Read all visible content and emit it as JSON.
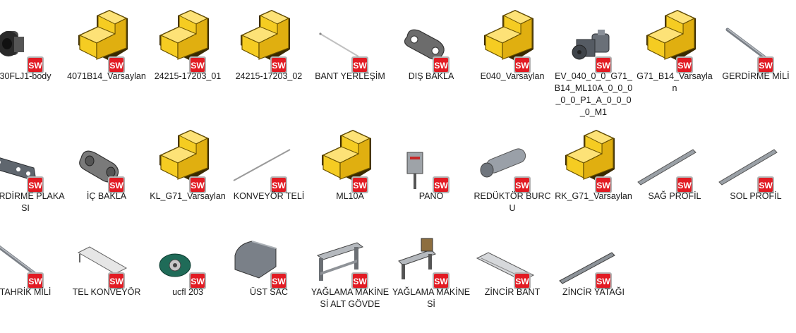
{
  "items": [
    {
      "label": "30FLJ1-body",
      "icon": "motor-body-icon"
    },
    {
      "label": "4071B14_Varsaylan",
      "icon": "step-block-icon"
    },
    {
      "label": "24215-17203_01",
      "icon": "step-block-icon"
    },
    {
      "label": "24215-17203_02",
      "icon": "step-block-icon"
    },
    {
      "label": "BANT YERLEŞİM",
      "icon": "thin-rod-icon"
    },
    {
      "label": "DIŞ BAKLA",
      "icon": "outer-chain-link-icon"
    },
    {
      "label": "E040_Varsaylan",
      "icon": "step-block-icon"
    },
    {
      "label": "EV_040_0_0_G71_B14_ML10A_0_0_0_0_0_P1_A_0_0_0_0_M1",
      "icon": "gear-motor-icon"
    },
    {
      "label": "G71_B14_Varsaylan",
      "icon": "step-block-icon"
    },
    {
      "label": "GERDİRME MİLİ",
      "icon": "shaft-icon"
    },
    {
      "label": "GERDİRME PLAKASI",
      "icon": "tension-plate-icon"
    },
    {
      "label": "İÇ BAKLA",
      "icon": "inner-chain-link-icon"
    },
    {
      "label": "KL_G71_Varsaylan",
      "icon": "step-block-icon"
    },
    {
      "label": "KONVEYÖR TELİ",
      "icon": "wire-icon"
    },
    {
      "label": "ML10A",
      "icon": "step-block-icon"
    },
    {
      "label": "PANO",
      "icon": "control-panel-icon"
    },
    {
      "label": "REDÜKTÖR BURCU",
      "icon": "bushing-tube-icon"
    },
    {
      "label": "RK_G71_Varsaylan",
      "icon": "step-block-icon"
    },
    {
      "label": "SAĞ PROFİL",
      "icon": "profile-bar-icon"
    },
    {
      "label": "SOL PROFİL",
      "icon": "profile-bar-icon"
    },
    {
      "label": "TAHRİK MİLİ",
      "icon": "shaft-icon"
    },
    {
      "label": "TEL KONVEYÖR",
      "icon": "wire-conveyor-icon"
    },
    {
      "label": "ucfl 203",
      "icon": "flange-bearing-icon"
    },
    {
      "label": "ÜST SAC",
      "icon": "cover-sheet-icon"
    },
    {
      "label": "YAĞLAMA MAKİNESİ ALT GÖVDE",
      "icon": "lube-frame-icon"
    },
    {
      "label": "YAĞLAMA MAKİNESİ",
      "icon": "lube-machine-icon"
    },
    {
      "label": "ZİNCİR BANT",
      "icon": "chain-belt-icon"
    },
    {
      "label": "ZİNCİR YATAĞI",
      "icon": "chain-bed-icon"
    }
  ],
  "badge_text": "SW",
  "colors": {
    "block_front": "#f5cc22",
    "block_top": "#fde277",
    "block_side": "#e0af10",
    "badge_red": "#e21b23"
  }
}
